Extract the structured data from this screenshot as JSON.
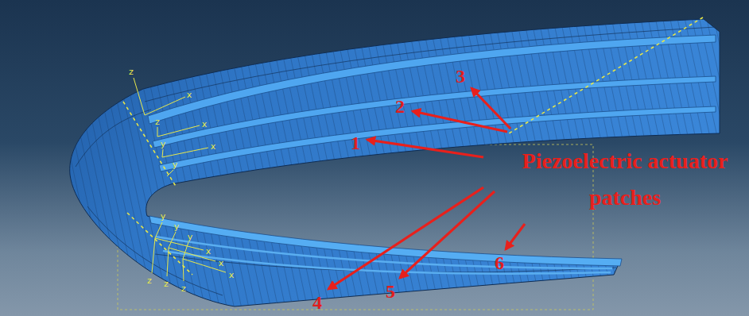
{
  "diagram": {
    "labels": [
      "z",
      "x",
      "z",
      "x",
      "y",
      "x",
      "y",
      "3",
      "2",
      "1",
      "Piezoelectric actuator patches",
      "4",
      "5",
      "6",
      "y",
      "x",
      "y",
      "x",
      "y",
      "x",
      "z",
      "z",
      "z"
    ]
  }
}
